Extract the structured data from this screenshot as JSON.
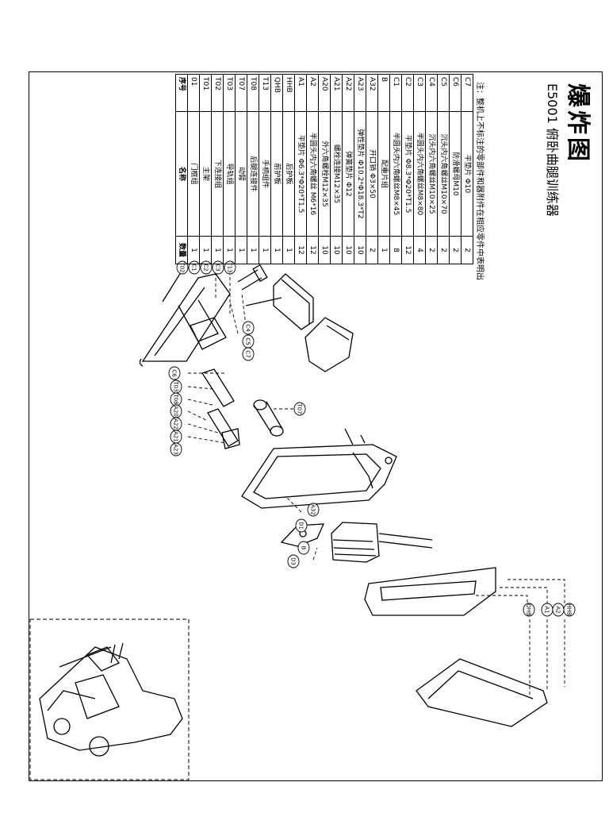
{
  "title": "爆炸图",
  "subtitle": "E5001 俯卧曲腿训练器",
  "note": "注：整机上不标注的零部件和器附件在相应零件中表明出",
  "table": {
    "header": {
      "code": "序号",
      "name": "名称",
      "qty": "数量"
    },
    "rows": [
      {
        "code": "C7",
        "name": "平垫片 Φ10",
        "qty": "2"
      },
      {
        "code": "C6",
        "name": "防滑螺母M10",
        "qty": "2"
      },
      {
        "code": "C5",
        "name": "沉头内六角螺丝M10×70",
        "qty": "2"
      },
      {
        "code": "C4",
        "name": "沉头内六角螺丝M10×25",
        "qty": "2"
      },
      {
        "code": "C3",
        "name": "半圆头内六角螺丝M8×80",
        "qty": "4"
      },
      {
        "code": "C2",
        "name": "平垫片 Φ8.3*Φ20*T1.5",
        "qty": "12"
      },
      {
        "code": "C1",
        "name": "半圆头内六角螺丝M8×45",
        "qty": "8"
      },
      {
        "code": "B",
        "name": "配重片组",
        "qty": "1"
      },
      {
        "code": "A32",
        "name": "开口销 Φ3×50",
        "qty": "2"
      },
      {
        "code": "A23",
        "name": "弹性垫片 Φ10.2*Φ18.3*T2",
        "qty": "10"
      },
      {
        "code": "A22",
        "name": "弹簧垫片 Φ12",
        "qty": "10"
      },
      {
        "code": "A21",
        "name": "螺栓连接M12×35",
        "qty": "10"
      },
      {
        "code": "A20",
        "name": "外六角螺栓M12×35",
        "qty": "10"
      },
      {
        "code": "A2",
        "name": "半圆头内六角螺丝 M6*16",
        "qty": "12"
      },
      {
        "code": "A1",
        "name": "平垫片 Φ6.3*Φ20*T1.5",
        "qty": "12"
      },
      {
        "code": "HHB",
        "name": "后护板",
        "qty": "1"
      },
      {
        "code": "QHB",
        "name": "前护板",
        "qty": "1"
      },
      {
        "code": "T13",
        "name": "手柄组件",
        "qty": "1"
      },
      {
        "code": "T08",
        "name": "后腿连接件",
        "qty": "1"
      },
      {
        "code": "T07",
        "name": "动臂",
        "qty": "1"
      },
      {
        "code": "T03",
        "name": "导轨组",
        "qty": "1"
      },
      {
        "code": "T02",
        "name": "下连接组",
        "qty": "1"
      },
      {
        "code": "T01",
        "name": "主架",
        "qty": "1"
      },
      {
        "code": "01",
        "name": "门框组",
        "qty": "1"
      }
    ]
  },
  "callouts": {
    "t13": "T13",
    "t02": "T02",
    "c1": "C1",
    "c2": "C2",
    "c3": "C3",
    "c4": "C4",
    "c5": "C5",
    "c7": "C7",
    "c6": "C6",
    "t03": "T03",
    "t08": "T08",
    "a20": "A20",
    "a22": "A22",
    "a21": "A21",
    "a23": "A23",
    "t07": "T07",
    "a32": "A32",
    "d1": "D1",
    "b": "B",
    "d3": "D3",
    "qhb": "QHB",
    "a1": "A1",
    "a2": "A2",
    "hhb": "HHB"
  }
}
